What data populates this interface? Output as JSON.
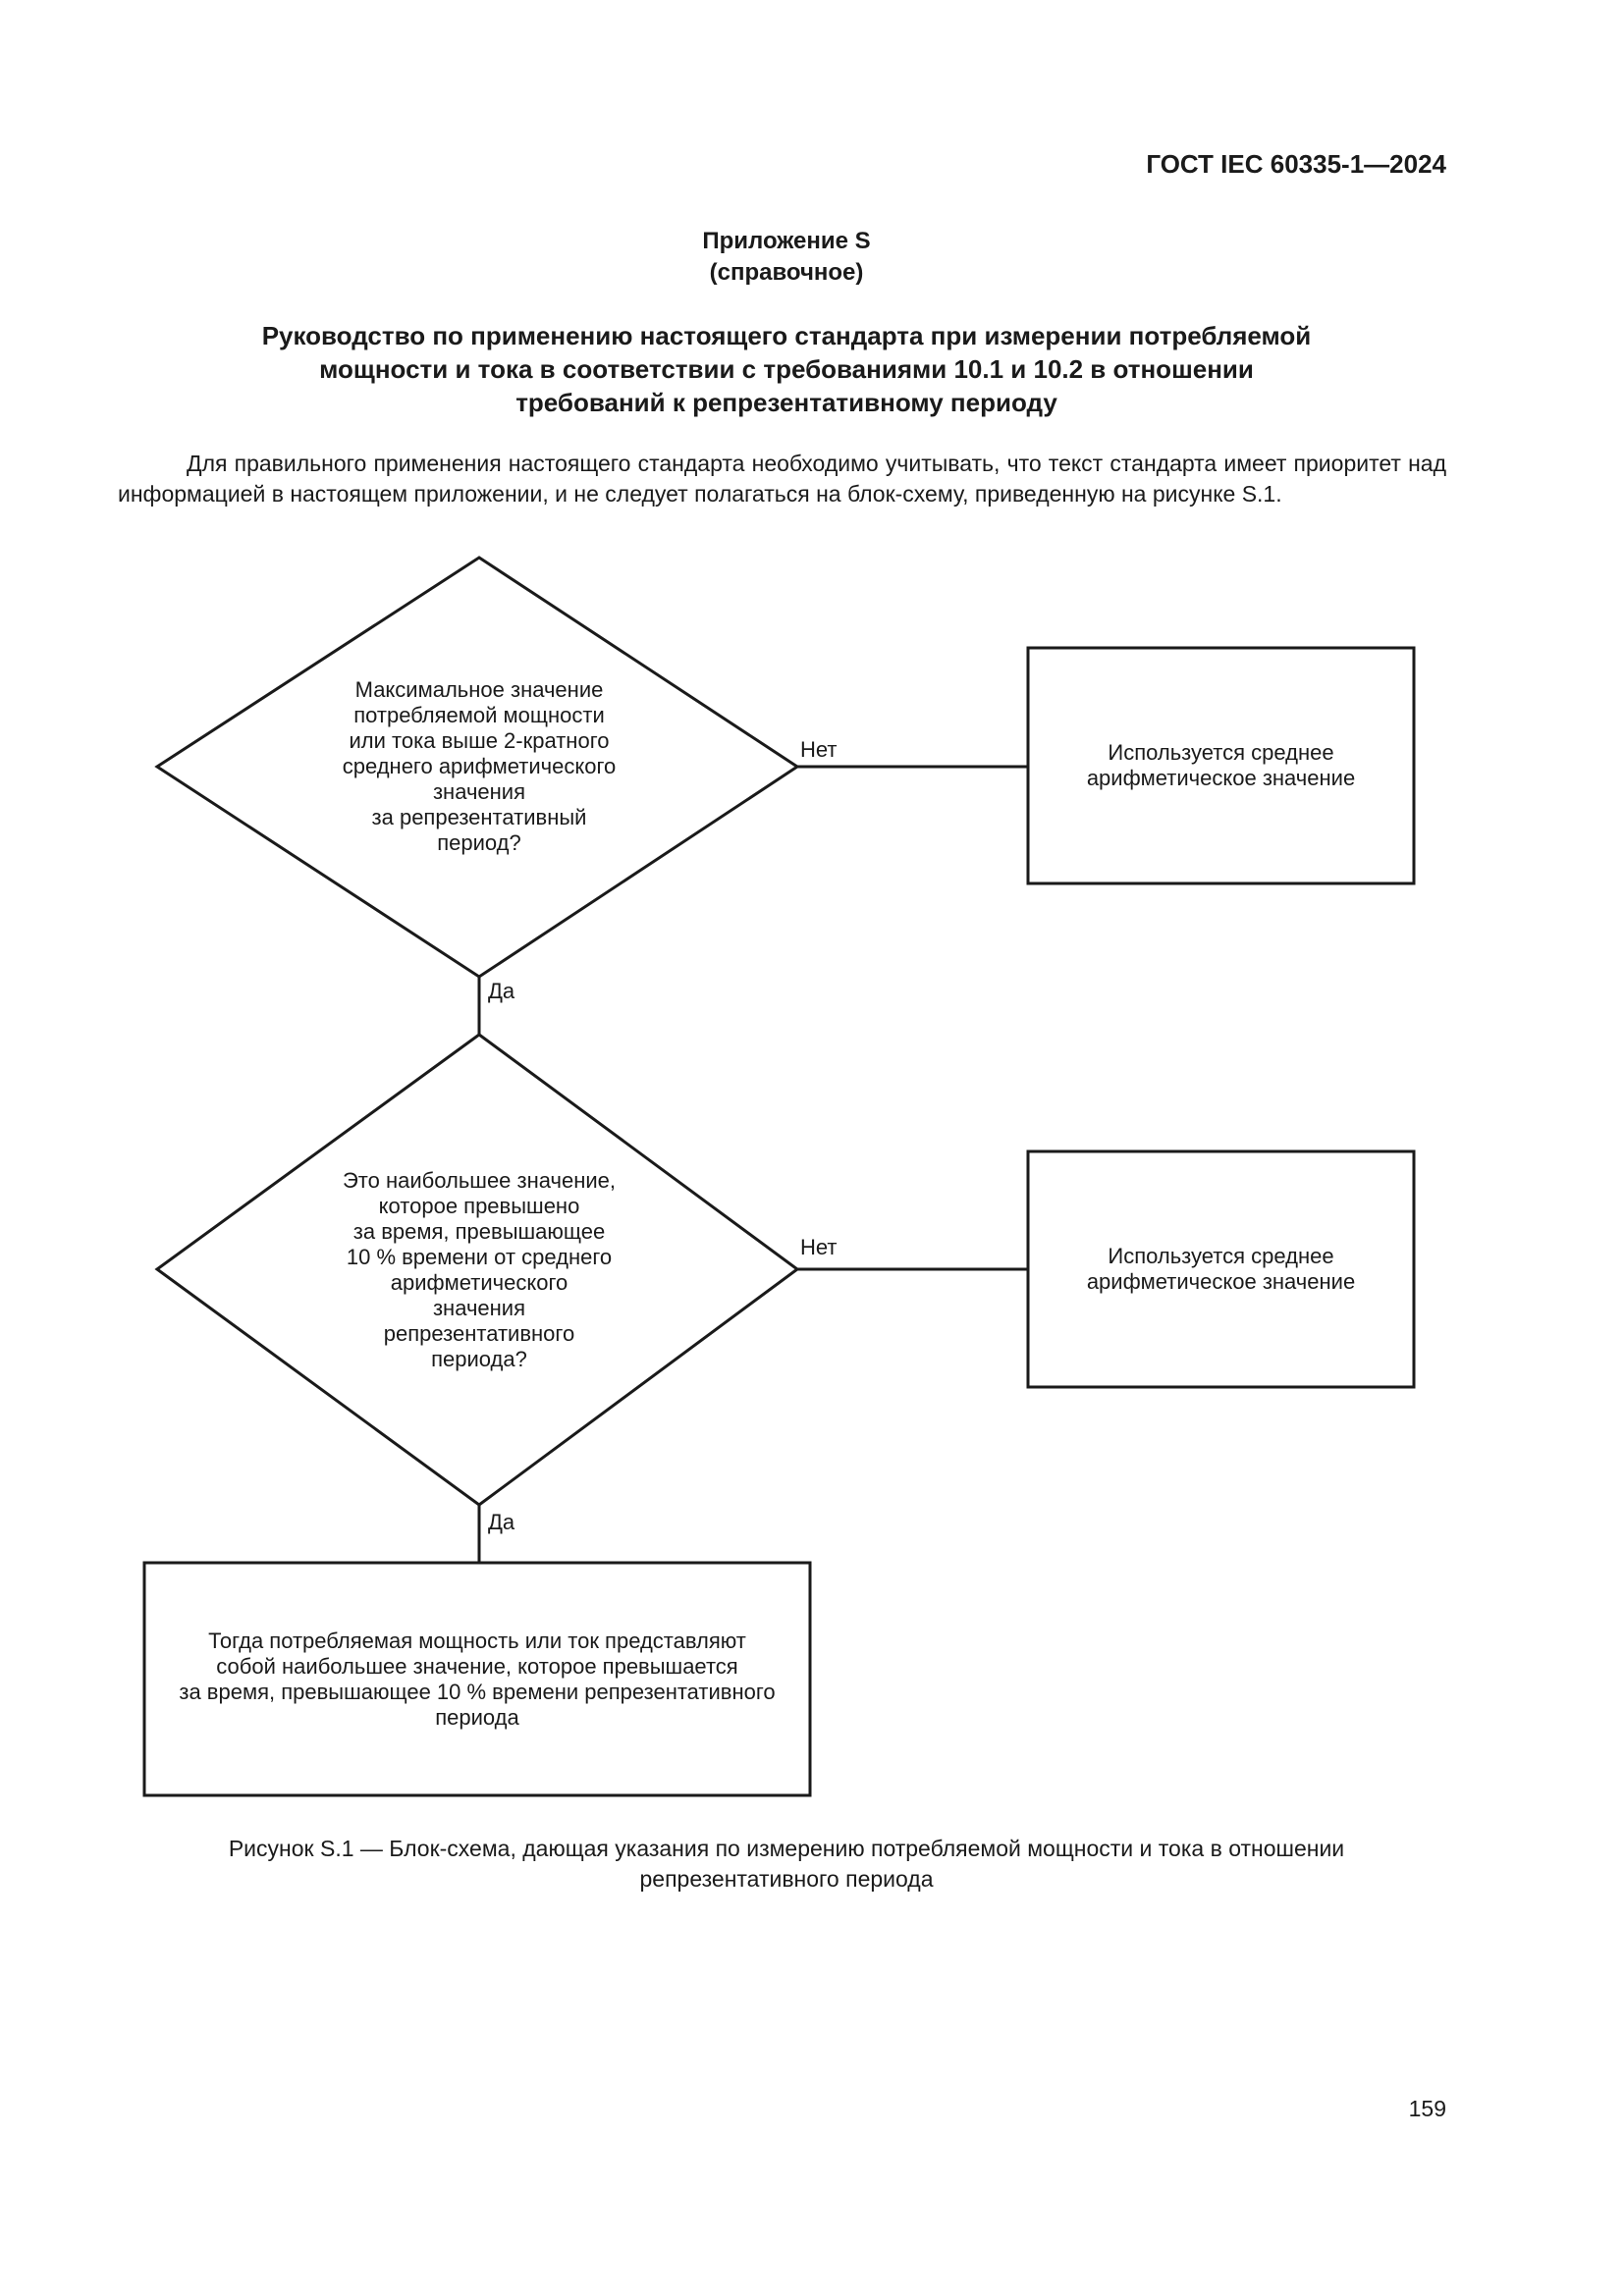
{
  "header": {
    "standard": "ГОСТ IEC 60335-1—2024"
  },
  "annex": {
    "title": "Приложение S",
    "subtitle": "(справочное)"
  },
  "main_title": {
    "line1": "Руководство по применению настоящего стандарта при измерении потребляемой",
    "line2": "мощности и тока в соответствии с требованиями 10.1 и 10.2 в отношении",
    "line3": "требований к репрезентативному периоду"
  },
  "intro": "Для правильного применения настоящего стандарта необходимо учитывать, что текст стандарта имеет приоритет над информацией в настоящем приложении, и не следует полагаться на блок-схему, приведенную на рисунке S.1.",
  "flowchart": {
    "decision1": {
      "lines": [
        "Максимальное значение",
        "потребляемой мощности",
        "или тока выше 2-кратного",
        "среднего арифметического",
        "значения",
        "за репрезентативный",
        "период?"
      ]
    },
    "no_label_1": "Нет",
    "result1": {
      "lines": [
        "Используется среднее",
        "арифметическое значение"
      ]
    },
    "yes_label_1": "Да",
    "decision2": {
      "lines": [
        "Это наибольшее значение,",
        "которое превышено",
        "за время, превышающее",
        "10 % времени от среднего",
        "арифметического",
        "значения",
        "репрезентативного",
        "периода?"
      ]
    },
    "no_label_2": "Нет",
    "result2": {
      "lines": [
        "Используется среднее",
        "арифметическое значение"
      ]
    },
    "yes_label_2": "Да",
    "final": {
      "lines": [
        "Тогда потребляемая мощность или ток представляют",
        "собой наибольшее значение, которое превышается",
        "за время, превышающее 10 % времени репрезентативного",
        "периода"
      ]
    }
  },
  "caption": {
    "line1": "Рисунок S.1 — Блок-схема, дающая указания по измерению потребляемой мощности и тока в отношении",
    "line2": "репрезентативного периода"
  },
  "page_number": "159"
}
